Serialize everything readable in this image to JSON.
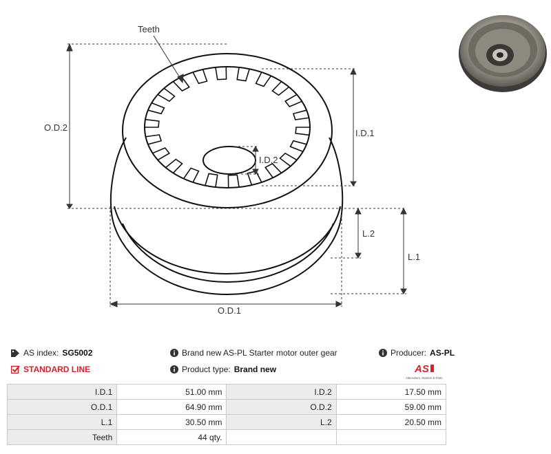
{
  "drawing": {
    "labels": {
      "teeth": "Teeth",
      "od2": "O.D.2",
      "id1": "I.D.1",
      "id2": "I.D.2",
      "l2": "L.2",
      "l1": "L.1",
      "od1": "O.D.1"
    }
  },
  "info": {
    "as_index_label": "AS index:",
    "as_index_value": "SG5002",
    "line": "STANDARD LINE",
    "description": "Brand new AS-PL Starter motor outer gear",
    "product_type_label": "Product type:",
    "product_type_value": "Brand new",
    "producer_label": "Producer:",
    "producer_value": "AS-PL"
  },
  "logo": {
    "text": "AS",
    "tagline": "Alternators, Starters & Parts",
    "color": "#d6202b"
  },
  "specs": [
    [
      {
        "label": "I.D.1",
        "value": "51.00 mm"
      },
      {
        "label": "I.D.2",
        "value": "17.50 mm"
      }
    ],
    [
      {
        "label": "O.D.1",
        "value": "64.90 mm"
      },
      {
        "label": "O.D.2",
        "value": "59.00 mm"
      }
    ],
    [
      {
        "label": "L.1",
        "value": "30.50 mm"
      },
      {
        "label": "L.2",
        "value": "20.50 mm"
      }
    ],
    [
      {
        "label": "Teeth",
        "value": "44 qty."
      },
      {
        "label": "",
        "value": ""
      }
    ]
  ]
}
